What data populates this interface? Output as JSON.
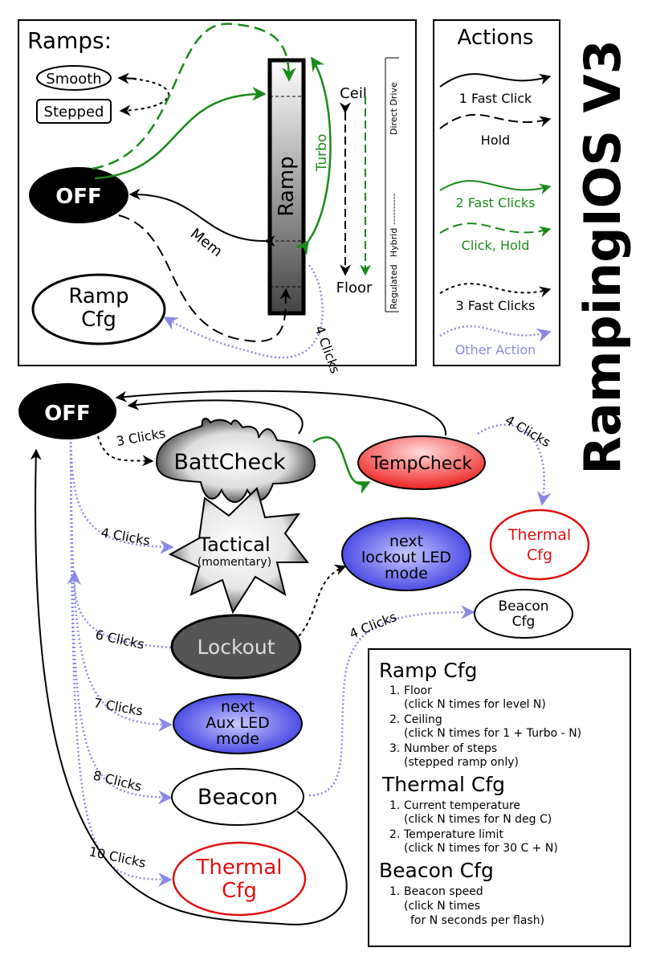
{
  "title": "RampingIOS V3",
  "ramps_panel": {
    "heading": "Ramps:",
    "smooth": "Smooth",
    "stepped": "Stepped",
    "off": "OFF",
    "ramp": "Ramp",
    "ramp_cfg_line1": "Ramp",
    "ramp_cfg_line2": "Cfg",
    "turbo": "Turbo",
    "mem": "Mem",
    "ceil": "Ceil",
    "floor": "Floor",
    "four_clicks": "4 Clicks",
    "side_regulated": "Regulated",
    "side_hybrid": "Hybrid",
    "side_dashes": "----------",
    "side_direct": "Direct Drive"
  },
  "actions_panel": {
    "heading": "Actions",
    "items": [
      {
        "label": "1 Fast Click",
        "color": "#000000"
      },
      {
        "label": "Hold",
        "color": "#000000"
      },
      {
        "label": "2 Fast Clicks",
        "color": "#1a8a1a"
      },
      {
        "label": "Click, Hold",
        "color": "#1a8a1a"
      },
      {
        "label": "3 Fast Clicks",
        "color": "#000000"
      },
      {
        "label": "Other Action",
        "color": "#8a8ae6"
      }
    ]
  },
  "states": {
    "off": "OFF",
    "battcheck": "BattCheck",
    "tempcheck": "TempCheck",
    "thermal_cfg_small_1": "Thermal",
    "thermal_cfg_small_2": "Cfg",
    "tactical_1": "Tactical",
    "tactical_2": "(momentary)",
    "next_lockout_1": "next",
    "next_lockout_2": "lockout LED",
    "next_lockout_3": "mode",
    "beacon_cfg_1": "Beacon",
    "beacon_cfg_2": "Cfg",
    "lockout": "Lockout",
    "next_aux_1": "next",
    "next_aux_2": "Aux LED",
    "next_aux_3": "mode",
    "beacon": "Beacon",
    "thermal_cfg_1": "Thermal",
    "thermal_cfg_2": "Cfg"
  },
  "edges": {
    "three_clicks": "3 Clicks",
    "four_clicks_tactical": "4 Clicks",
    "six_clicks": "6 Clicks",
    "seven_clicks": "7 Clicks",
    "eight_clicks": "8 Clicks",
    "ten_clicks": "10 Clicks",
    "four_clicks_beacon": "4 Clicks",
    "four_clicks_thermal": "4 Clicks"
  },
  "config_box": {
    "sections": [
      {
        "title": "Ramp Cfg",
        "items": [
          {
            "num": "1.",
            "line1": "Floor",
            "line2": "(click N times for level N)"
          },
          {
            "num": "2.",
            "line1": "Ceiling",
            "line2": "(click N times for 1 + Turbo - N)"
          },
          {
            "num": "3.",
            "line1": "Number of steps",
            "line2": "(stepped ramp only)"
          }
        ]
      },
      {
        "title": "Thermal Cfg",
        "items": [
          {
            "num": "1.",
            "line1": "Current temperature",
            "line2": "(click N times for N deg C)"
          },
          {
            "num": "2.",
            "line1": "Temperature limit",
            "line2": "(click N times for 30 C + N)"
          }
        ]
      },
      {
        "title": "Beacon Cfg",
        "items": [
          {
            "num": "1.",
            "line1": "Beacon speed",
            "line2": "(click N times",
            "line3": "for N seconds per flash)"
          }
        ]
      }
    ]
  },
  "colors": {
    "green": "#1a8a1a",
    "blue": "#8a8ae6",
    "red": "#e01010",
    "lockout": "#555555",
    "aux_blue": "#5555ee"
  }
}
